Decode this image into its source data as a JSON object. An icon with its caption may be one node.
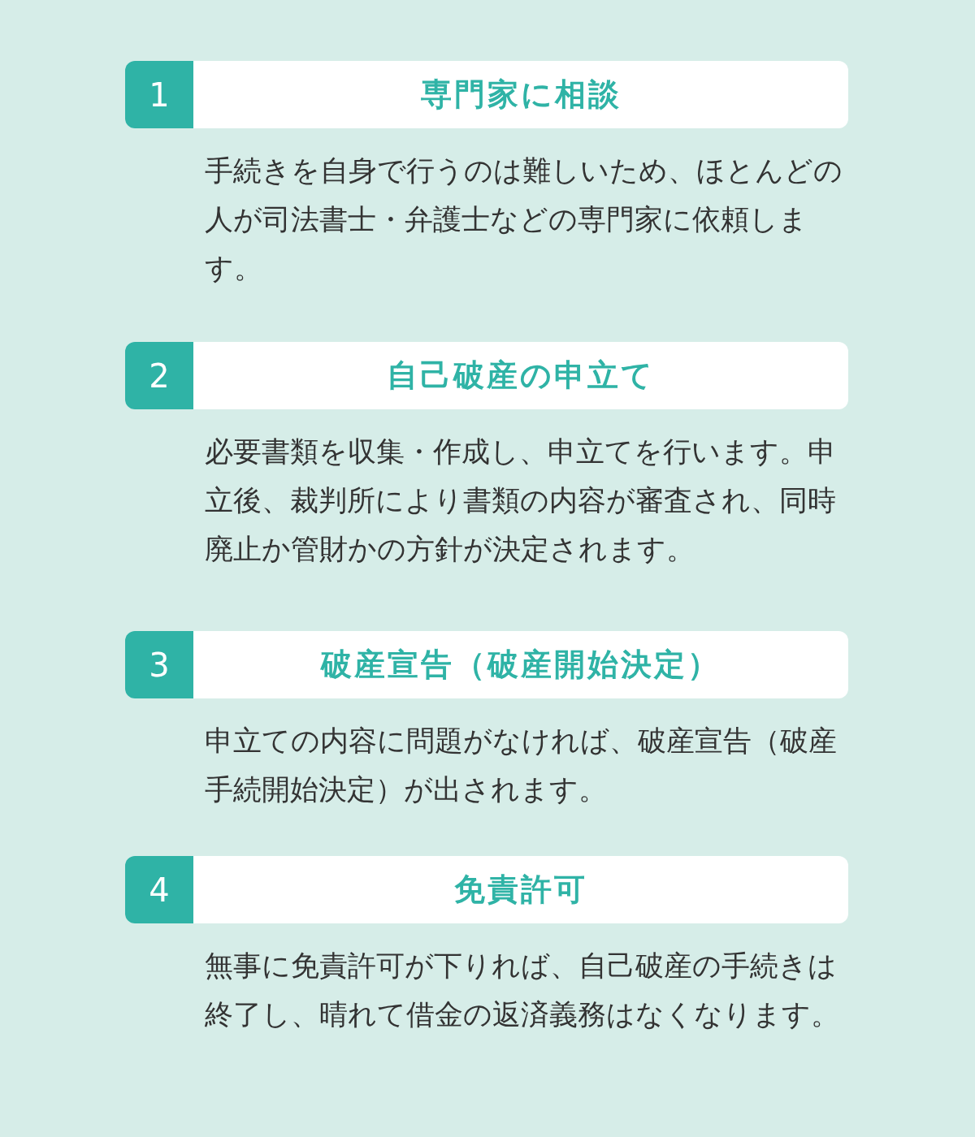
{
  "diagram": {
    "nodes": [
      {
        "text": [
          "1",
          "専門家に相談"
        ],
        "beside": [
          "手続きを自身で行うのは難しいため、ほとんどの人が司法書士・弁護士などの専門家に依頼します。"
        ]
      },
      {
        "text": [
          "2",
          "自己破産の申立て"
        ],
        "beside": [
          "必要書類を収集・作成し、申立てを行います。申立後、裁判所により書類の内容が審査され、同時廃止か管財かの方針が決定されます。"
        ]
      },
      {
        "text": [
          "3",
          "破産宣告（破産開始決定）"
        ],
        "beside": [
          "申立ての内容に問題がなければ、破産宣告（破産手続開始決定）が出されます。"
        ]
      },
      {
        "text": [
          "4",
          "免責許可"
        ],
        "beside": [
          "無事に免責許可が下りれば、自己破産の手続きは終了し、晴れて借金の返済義務はなくなります。"
        ]
      }
    ]
  }
}
